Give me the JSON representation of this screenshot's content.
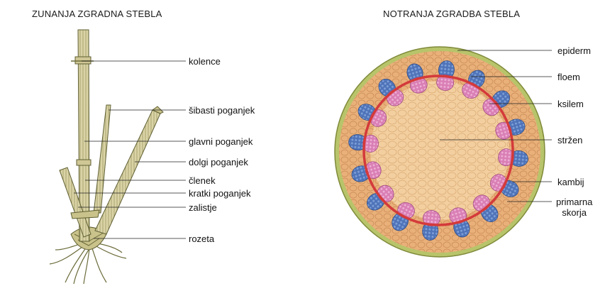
{
  "titles": {
    "external": "ZUNANJA ZGRADNA STEBLA",
    "internal": "NOTRANJA ZGRADBA STEBLA"
  },
  "left_labels": {
    "kolence": "kolence",
    "sibasti": "šibasti poganjek",
    "glavni": "glavni poganjek",
    "dolgi": "dolgi poganjek",
    "clenek": "členek",
    "kratki": "kratki poganjek",
    "zalistje": "zalistje",
    "rozeta": "rozeta"
  },
  "right_labels": {
    "epiderm": "epiderm",
    "floem": "floem",
    "ksilem": "ksilem",
    "strzen": "stržen",
    "kambij": "kambij",
    "primarna_1": "primarna",
    "primarna_2": "skorja"
  },
  "colors": {
    "stem_fill": "#d9d3a6",
    "stem_stroke": "#6b6b3a",
    "epidermis": "#b8c46a",
    "cortex": "#e9b07a",
    "pith": "#f3cfa0",
    "phloem": "#4f73b8",
    "xylem": "#d97fb5",
    "cambium": "#d43a3a"
  }
}
